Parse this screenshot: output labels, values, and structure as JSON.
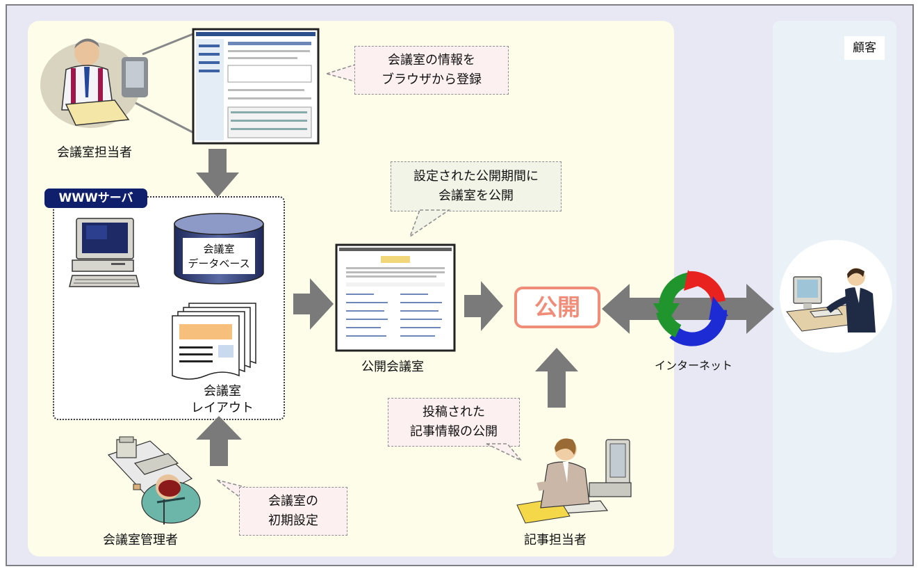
{
  "diagram": {
    "customer_label": "顧客",
    "server_badge": "WWWサーバ",
    "meeting_room_staff": "会議室担当者",
    "meeting_room_admin": "会議室管理者",
    "article_staff": "記事担当者",
    "public_meeting_room": "公開会議室",
    "internet": "インターネット",
    "publish": "公開",
    "database_label": [
      "会議室",
      "データベース"
    ],
    "layout_label": [
      "会議室",
      "レイアウト"
    ],
    "callouts": {
      "register": [
        "会議室の情報を",
        "ブラウザから登録"
      ],
      "publish_period": [
        "設定された公開期間に",
        "会議室を公開"
      ],
      "posted_article": [
        "投稿された",
        "記事情報の公開"
      ],
      "initial_setup": [
        "会議室の",
        "初期設定"
      ]
    }
  },
  "colors": {
    "main_panel": "#fdfde9",
    "customer_panel": "#eaf2f8",
    "badge": "#0f1f6c",
    "publish_accent": "#f08c78",
    "arrow": "#7a7a7a",
    "cycle_red": "#e8231f",
    "cycle_green": "#20952e",
    "cycle_blue": "#1d2bd4"
  },
  "icons": [
    "businessman-at-desk-icon",
    "browser-screenshot-icon",
    "database-icon",
    "desktop-computer-icon",
    "document-stack-icon",
    "admin-at-desk-icon",
    "woman-at-computer-icon",
    "customer-at-computer-icon",
    "internet-cycle-icon"
  ]
}
